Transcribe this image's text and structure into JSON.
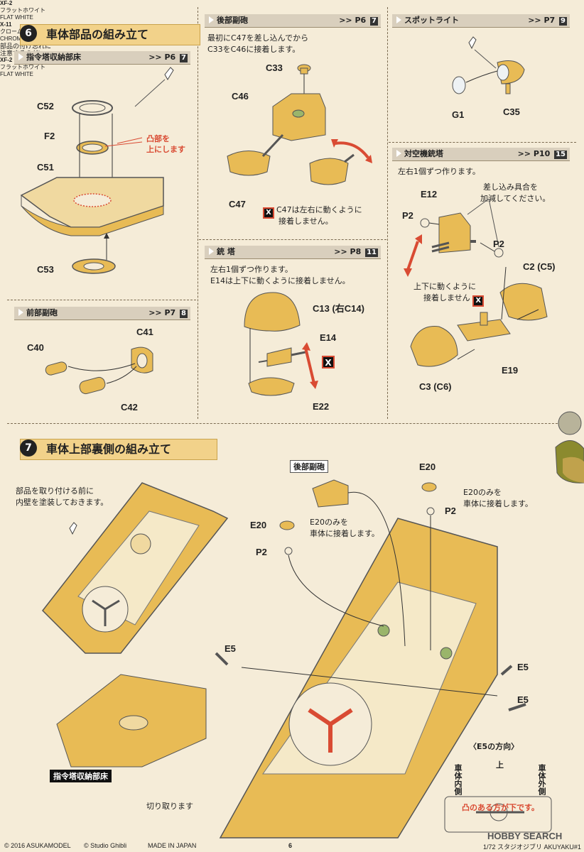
{
  "step6": {
    "number": "6",
    "title": "車体部品の組み立て",
    "cupola_floor": {
      "header": "指令塔収納部床",
      "ref": ">> P6",
      "ref_page": "7",
      "paint_code": "XF-2",
      "paint_jp": "フラットホワイト",
      "paint_en": "FLAT WHITE",
      "parts": [
        "C52",
        "F2",
        "C51",
        "C53"
      ],
      "note_line1": "凸部を",
      "note_line2": "上にします"
    },
    "front_gun": {
      "header": "前部副砲",
      "ref": ">> P7",
      "ref_page": "8",
      "parts": [
        "C40",
        "C41",
        "C42"
      ]
    },
    "rear_gun": {
      "header": "後部副砲",
      "ref": ">> P6",
      "ref_page": "7",
      "note_line1": "最初にC47を差し込んでから",
      "note_line2": "C33をC46に接着します。",
      "parts": [
        "C33",
        "C46",
        "C47"
      ],
      "x_note_line1": "C47は左右に動くように",
      "x_note_line2": "接着しません。"
    },
    "turret": {
      "header": "銃 塔",
      "ref": ">> P8",
      "ref_page": "11",
      "note_line1": "左右1個ずつ作ります。",
      "note_line2": "E14は上下に動くように接着しません。",
      "parts": [
        "C13 (右C14)",
        "E14",
        "E22"
      ]
    },
    "spotlight": {
      "header": "スポットライト",
      "ref": ">> P7",
      "ref_page": "9",
      "paint_code": "X-11",
      "paint_jp": "クロームシルバー",
      "paint_en": "CHROME SILVER",
      "parts": [
        "G1",
        "C35"
      ]
    },
    "aa_turret": {
      "header": "対空機銃塔",
      "ref": ">> P10",
      "ref_page": "15",
      "note": "左右1個ずつ作ります。",
      "adjust_line1": "差し込み具合を",
      "adjust_line2": "加減してください。",
      "parts": [
        "E12",
        "P2",
        "P2",
        "C2 (C5)",
        "E19",
        "C3 (C6)"
      ],
      "x_note_line1": "上下に動くように",
      "x_note_line2": "接着しません"
    },
    "mascot_line1": "部品の付け忘れに",
    "mascot_line2": "注意するのだ!"
  },
  "step7": {
    "number": "7",
    "title": "車体上部裏側の組み立て",
    "note_line1": "部品を取り付ける前に",
    "note_line2": "内壁を塗装しておきます。",
    "paint_code": "XF-2",
    "paint_jp": "フラットホワイト",
    "paint_en": "FLAT WHITE",
    "rear_gun_tag": "後部副砲",
    "e20_left": "E20",
    "e20_left_note1": "E20のみを",
    "e20_left_note2": "車体に接着します。",
    "p2_left": "P2",
    "e20_right": "E20",
    "e20_right_note1": "E20のみを",
    "e20_right_note2": "車体に接着します。",
    "p2_right": "P2",
    "e5_a": "E5",
    "e5_b": "E5",
    "e5_c": "E5",
    "cupola_floor_tag": "指令塔収納部床",
    "cut_label": "切り取ります",
    "e5_dir_title": "〈E5の方向〉",
    "e5_top": "上",
    "e5_inner": "車体内側",
    "e5_outer": "車体外側",
    "e5_note": "凸のある方が下です。"
  },
  "footer": {
    "copyright": "© 2016 ASUKAMODEL",
    "ghibli": "© Studio Ghibli",
    "made_in": "MADE IN JAPAN",
    "page": "6",
    "product": "1/72 スタジオジブリ AKUYAKU#1",
    "watermark": "HOBBY SEARCH"
  },
  "colors": {
    "part_yellow": "#e8bb55",
    "accent_red": "#d94b33",
    "header_bg": "#d9cfbd",
    "paper": "#f5ecd8"
  }
}
